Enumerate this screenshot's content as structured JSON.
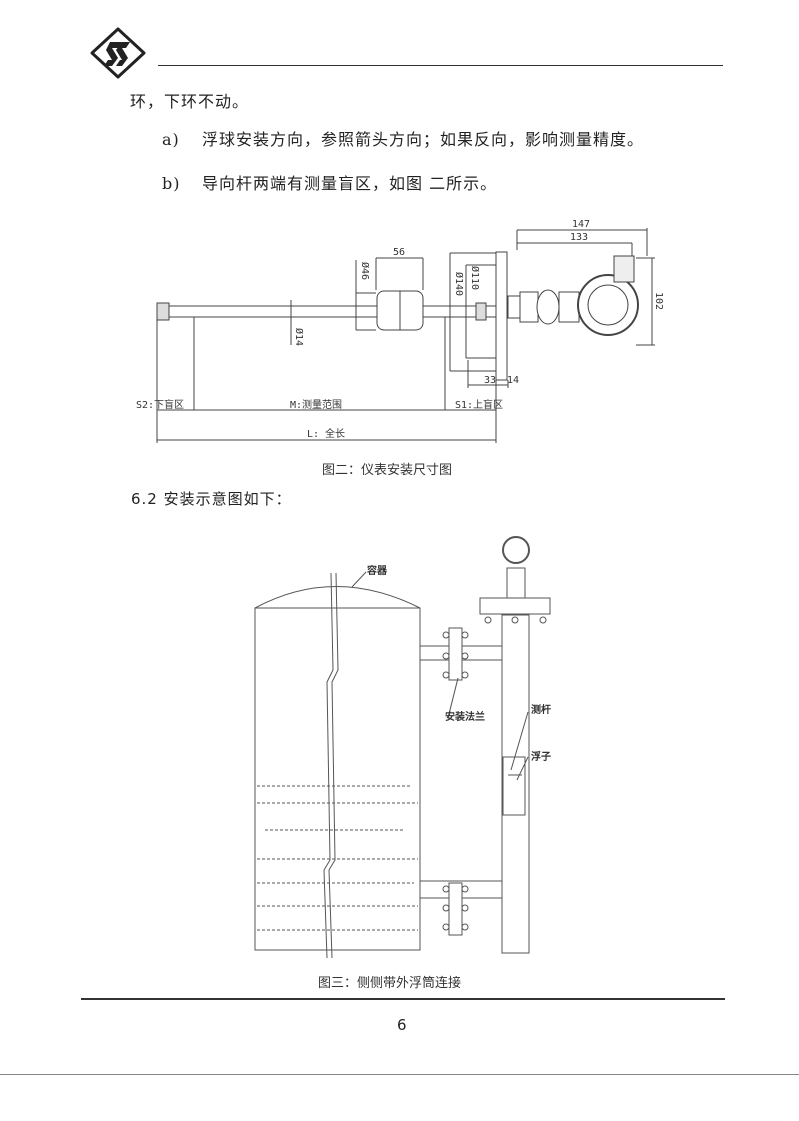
{
  "header": {
    "logo_text": "S"
  },
  "body": {
    "continued_line": "环，下环不动。",
    "item_a": {
      "marker": "a)",
      "text": "浮球安装方向，参照箭头方向；如果反向，影响测量精度。"
    },
    "item_b": {
      "marker": "b)",
      "text": "导向杆两端有测量盲区，如图 二所示。"
    },
    "section_heading": "6.2 安装示意图如下："
  },
  "figure2": {
    "caption": "图二：仪表安装尺寸图",
    "dims": {
      "d147": "147",
      "d133": "133",
      "d56": "56",
      "d46": "Ø46",
      "d140": "Ø140",
      "d110": "Ø110",
      "d14": "Ø14",
      "d102": "102",
      "d33": "33",
      "d14b": "14"
    },
    "labels": {
      "s2": "S2:下盲区",
      "m": "M:测量范围",
      "s1": "S1:上盲区",
      "l": "L: 全长"
    }
  },
  "figure3": {
    "caption": "图三：侧侧带外浮筒连接",
    "labels": {
      "vessel": "容器",
      "flange": "安装法兰",
      "rod": "测杆",
      "float": "浮子"
    }
  },
  "footer": {
    "page_number": "6"
  }
}
